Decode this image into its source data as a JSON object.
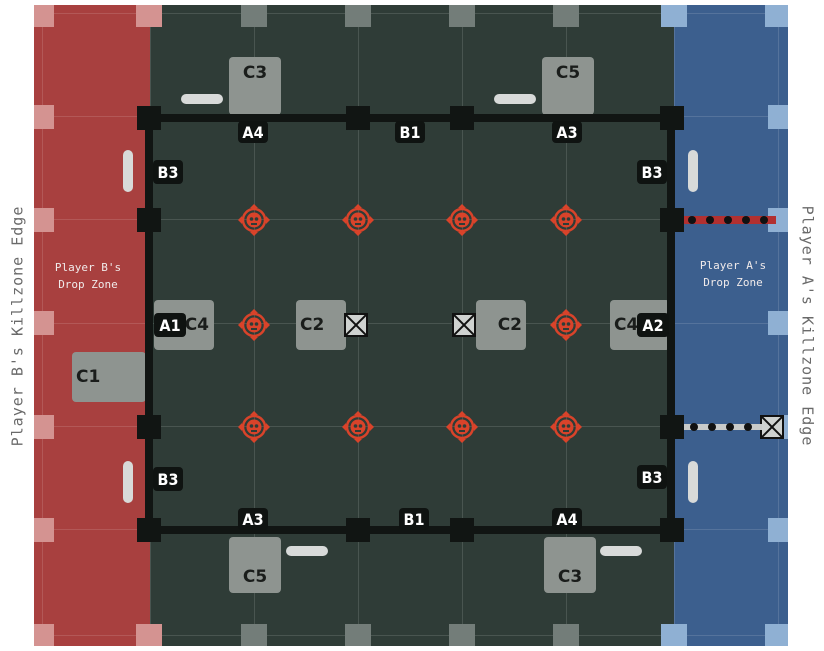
{
  "edges": {
    "left": "Player B's Killzone Edge",
    "right": "Player A's Killzone Edge"
  },
  "drop_zones": {
    "player_b": {
      "line1": "Player B's",
      "line2": "Drop Zone"
    },
    "player_a": {
      "line1": "Player A's",
      "line2": "Drop Zone"
    }
  },
  "wall_labels": {
    "top_a4": "A4",
    "top_b1": "B1",
    "top_a3": "A3",
    "bottom_a3": "A3",
    "bottom_b1": "B1",
    "bottom_a4": "A4",
    "left_b3_top": "B3",
    "left_b3_bottom": "B3",
    "left_a1": "A1",
    "right_b3_top": "B3",
    "right_b3_bottom": "B3",
    "right_a2": "A2"
  },
  "cover_labels": {
    "top_c3": "C3",
    "top_c5": "C5",
    "bottom_c5": "C5",
    "bottom_c3": "C3",
    "left_c4": "C4",
    "right_c4": "C4",
    "mid_left_c2": "C2",
    "mid_right_c2": "C2",
    "c1": "C1"
  },
  "objective_icon": "skull-objective-icon",
  "colors": {
    "player_b_zone": "#a8403f",
    "player_a_zone": "#3c5f8e",
    "board": "#2f3c37",
    "objective": "#d9432a"
  }
}
